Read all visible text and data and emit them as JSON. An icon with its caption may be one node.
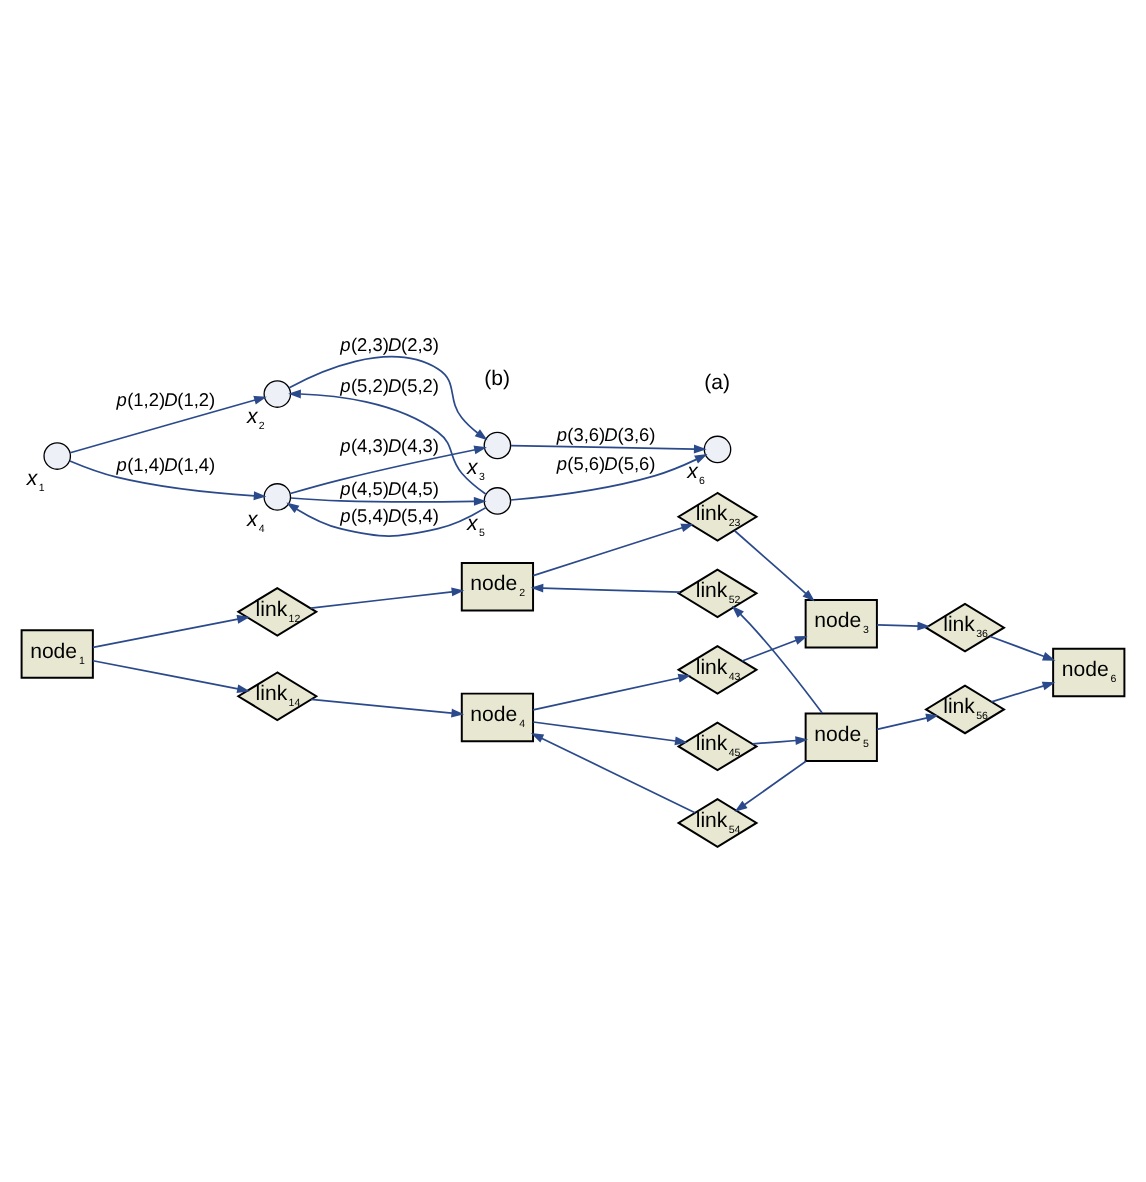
{
  "diagram": {
    "nodes": [
      {
        "text": [
          "node$_{1}$"
        ]
      },
      {
        "text": [
          "link$_{12}$"
        ]
      },
      {
        "text": [
          "node$_{2}$"
        ]
      },
      {
        "text": [
          "link$_{23}$"
        ]
      },
      {
        "text": [
          "node$_{3}$"
        ]
      },
      {
        "text": [
          "link$_{36}$"
        ]
      },
      {
        "text": [
          "node$_{6}$"
        ]
      },
      {
        "text": [
          "link$_{52}$"
        ]
      },
      {
        "text": [
          "link$_{43}$"
        ]
      },
      {
        "text": [
          "link$_{14}$"
        ]
      },
      {
        "text": [
          "node$_{4}$"
        ]
      },
      {
        "text": [
          "link$_{45}$"
        ]
      },
      {
        "text": [
          "node$_{5}$"
        ]
      },
      {
        "text": [
          "link$_{56}$"
        ]
      },
      {
        "text": [
          "link$_{54}$"
        ]
      },
      {
        "text": [],
        "shape": "circle",
        "beside": [
          "*x*$_{1}$"
        ]
      },
      {
        "text": [],
        "shape": "circle",
        "beside": [
          "*x*$_{2}$"
        ]
      },
      {
        "text": [],
        "shape": "circle",
        "beside": [
          "*x*$_{3}$"
        ]
      },
      {
        "text": [],
        "shape": "circle",
        "beside": [
          "*x*$_{6}$"
        ]
      },
      {
        "text": [],
        "shape": "circle",
        "beside": [
          "*x*$_{4}$"
        ]
      },
      {
        "text": [],
        "shape": "circle",
        "beside": [
          "*x*$_{5}$"
        ]
      }
    ],
    "edges": [
      {
        "from": 0,
        "to": 1,
        "arrow": "to"
      },
      {
        "from": 1,
        "to": 2,
        "arrow": "to"
      },
      {
        "from": 2,
        "to": 3,
        "arrow": "to"
      },
      {
        "from": 3,
        "to": 4,
        "arrow": "to"
      },
      {
        "from": 4,
        "to": 5,
        "arrow": "to"
      },
      {
        "from": 5,
        "to": 6,
        "arrow": "to"
      },
      {
        "from": 0,
        "to": 9,
        "arrow": "to"
      },
      {
        "from": 9,
        "to": 10,
        "arrow": "to"
      },
      {
        "from": 10,
        "to": 11,
        "arrow": "to"
      },
      {
        "from": 11,
        "to": 12,
        "arrow": "to"
      },
      {
        "from": 12,
        "to": 13,
        "arrow": "to"
      },
      {
        "from": 13,
        "to": 6,
        "arrow": "to"
      },
      {
        "from": 12,
        "to": 7,
        "arrow": "to"
      },
      {
        "from": 7,
        "to": 2,
        "arrow": "to"
      },
      {
        "from": 10,
        "to": 8,
        "arrow": "to"
      },
      {
        "from": 8,
        "to": 4,
        "arrow": "to"
      },
      {
        "from": 12,
        "to": 14,
        "arrow": "to"
      },
      {
        "from": 14,
        "to": 10,
        "arrow": "to"
      },
      {
        "from": 15,
        "to": 16,
        "arrow": "to",
        "label": "*p*(1,2)*D*(1,2)"
      },
      {
        "from": 16,
        "to": 17,
        "arrow": "to",
        "label": "*p*(2,3)*D*(2,3)"
      },
      {
        "from": 17,
        "to": 18,
        "arrow": "to",
        "label": "*p*(3,6)*D*(3,6)"
      },
      {
        "from": 15,
        "to": 19,
        "arrow": "to",
        "label": "*p*(1,4)*D*(1,4)"
      },
      {
        "from": 19,
        "to": 17,
        "arrow": "to",
        "label": "*p*(4,3)*D*(4,3)"
      },
      {
        "from": 20,
        "to": 16,
        "arrow": "to",
        "label": "*p*(5,2)*D*(5,2)"
      },
      {
        "from": 19,
        "to": 20,
        "arrow": "to",
        "label": "*p*(4,5)*D*(4,5)"
      },
      {
        "from": 20,
        "to": 18,
        "arrow": "to",
        "label": "*p*(5,6)*D*(5,6)"
      },
      {
        "from": 20,
        "to": 19,
        "arrow": "to",
        "label": "*p*(5,4)*D*(5,4)"
      }
    ],
    "labels": [
      "(a)",
      "(b)"
    ]
  }
}
